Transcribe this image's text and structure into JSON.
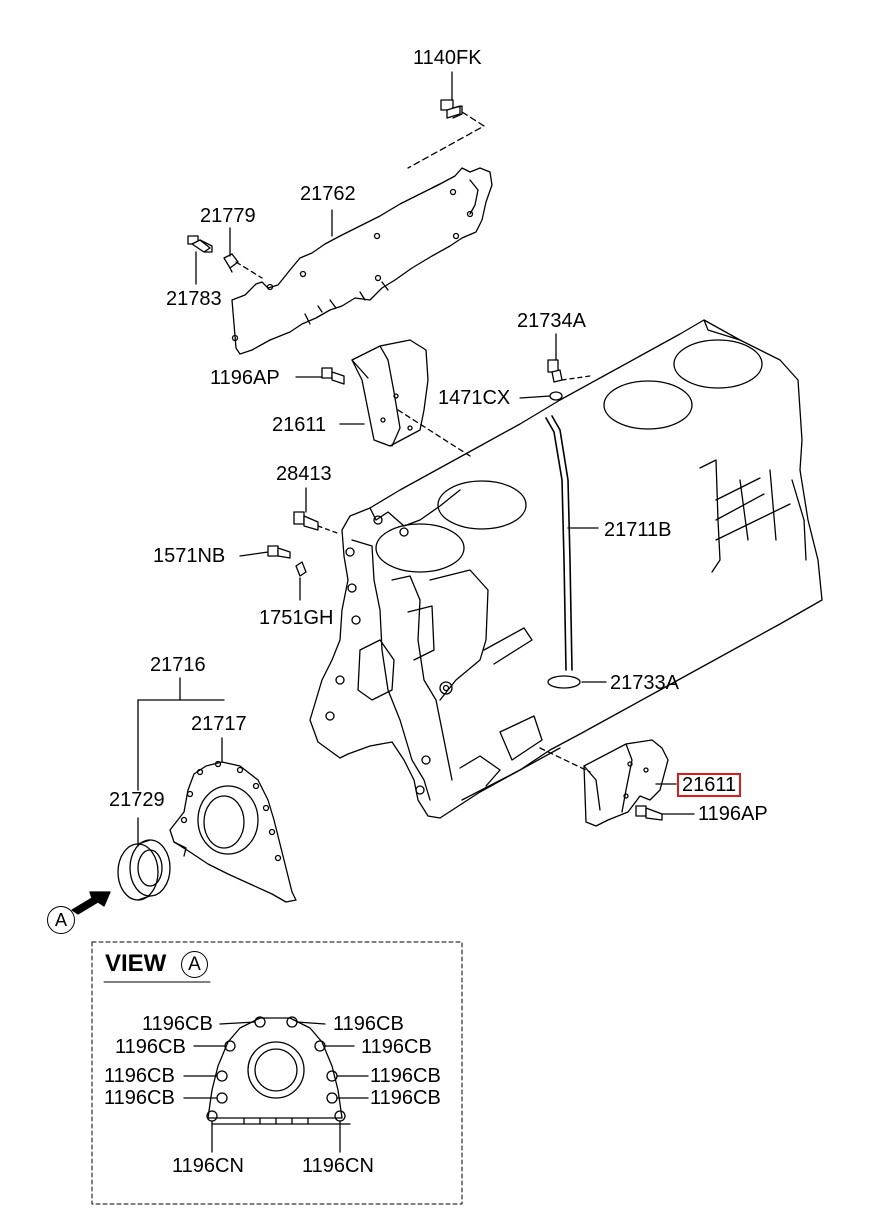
{
  "labels": {
    "l1140fk": "1140FK",
    "l21762": "21762",
    "l21779": "21779",
    "l21783": "21783",
    "l21734a": "21734A",
    "l1196ap_top": "1196AP",
    "l1471cx": "1471CX",
    "l21611_top": "21611",
    "l28413": "28413",
    "l21711b": "21711B",
    "l1571nb": "1571NB",
    "l1751gh": "1751GH",
    "l21716": "21716",
    "l21717": "21717",
    "l21733a": "21733A",
    "l21729": "21729",
    "l21611_bottom": "21611",
    "l1196ap_bottom": "1196AP",
    "view_marker": "A"
  },
  "view": {
    "title": "VIEW",
    "marker": "A",
    "labels": {
      "cb_top_left": "1196CB",
      "cb_top_right": "1196CB",
      "cb_2_left": "1196CB",
      "cb_2_right": "1196CB",
      "cb_3_left": "1196CB",
      "cb_3_right": "1196CB",
      "cb_4_left": "1196CB",
      "cb_4_right": "1196CB",
      "cn_left": "1196CN",
      "cn_right": "1196CN"
    }
  },
  "colors": {
    "highlight": "#e01a1a",
    "stroke": "#000000"
  }
}
